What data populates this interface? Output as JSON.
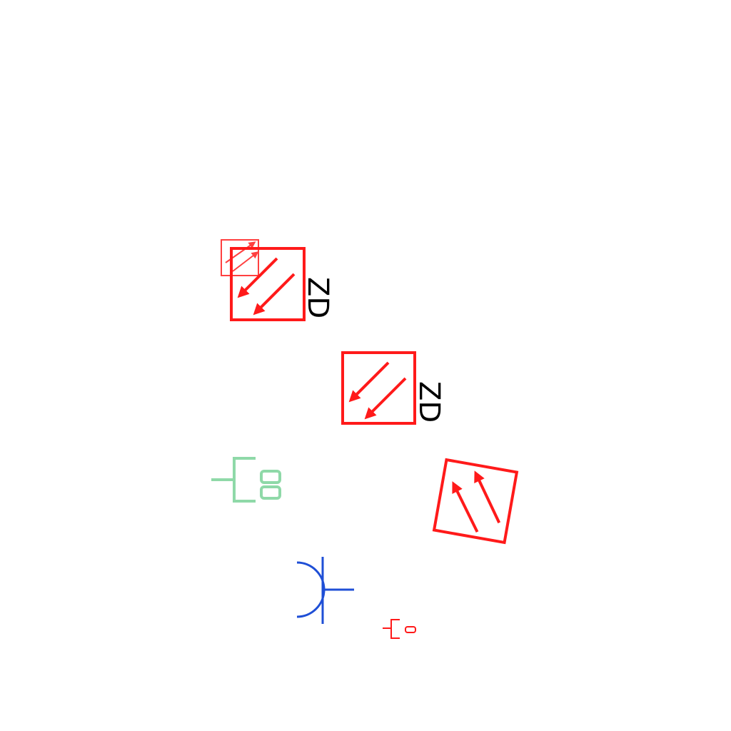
{
  "colors": {
    "background": "#ffffff",
    "symbol_red": "#ff1a1a",
    "symbol_green": "#8fd9a8",
    "symbol_blue": "#1f4fd6",
    "label": "#000000"
  },
  "symbols": [
    {
      "name": "small-square-diagonal-arrows-symbol",
      "icon": "square-with-arrows-up-right",
      "color": "symbol_red"
    },
    {
      "name": "square-arrows-down-left-symbol-1",
      "icon": "square-with-two-arrows-down-left",
      "color": "symbol_red",
      "label": "ZD"
    },
    {
      "name": "square-arrows-down-left-symbol-2",
      "icon": "square-with-two-arrows-down-left",
      "color": "symbol_red",
      "label": "ZD"
    },
    {
      "name": "rotated-square-arrows-up-left-symbol",
      "icon": "square-with-two-arrows-up-left",
      "color": "symbol_red"
    },
    {
      "name": "green-bracket-symbol",
      "icon": "bracket-with-stacked-capsules",
      "color": "symbol_green"
    },
    {
      "name": "blue-arc-cross-symbol",
      "icon": "arc-with-cross",
      "color": "symbol_blue"
    },
    {
      "name": "small-red-bracket-symbol",
      "icon": "bracket-with-capsule",
      "color": "symbol_red"
    }
  ],
  "labels": {
    "zd_1": "ZD",
    "zd_2": "ZD"
  }
}
